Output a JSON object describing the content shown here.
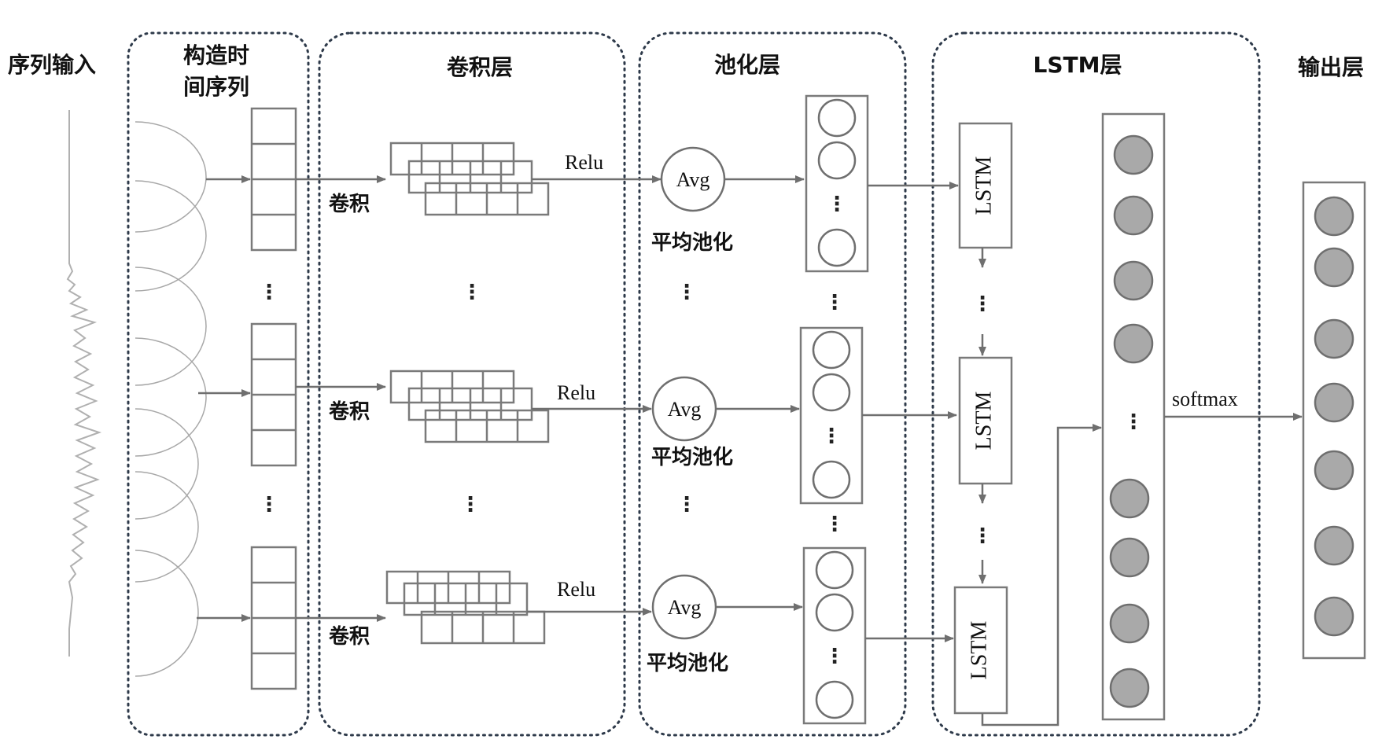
{
  "labels": {
    "sequence_input": "序列输入",
    "build_series_line1": "构造时",
    "build_series_line2": "间序列",
    "conv_layer": "卷积层",
    "pool_layer": "池化层",
    "lstm_layer": "LSTM层",
    "output_layer": "输出层",
    "conv_op": "卷积",
    "relu": "Relu",
    "avg": "Avg",
    "avg_pooling": "平均池化",
    "lstm_cell": "LSTM",
    "softmax": "softmax",
    "ellipsis": "⋮"
  },
  "colors": {
    "panel_border": "#2e3a4a",
    "box_stroke": "#7a7a7a",
    "arrow": "#6f6f6f",
    "filled_node": "#a9a9a9",
    "signal": "#b0b0b0"
  }
}
